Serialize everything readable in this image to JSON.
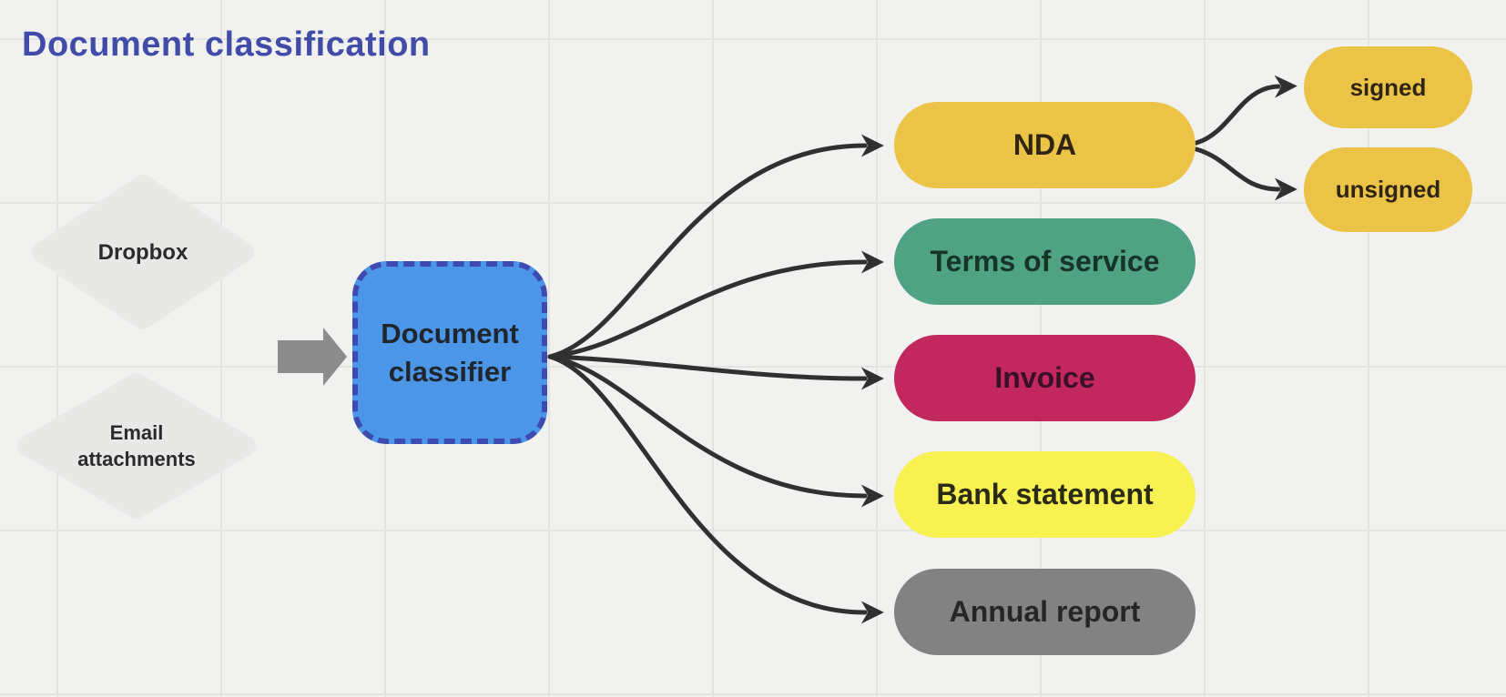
{
  "title": {
    "text": "Document classification"
  },
  "colors": {
    "background": "#F1F1F0",
    "grid_line": "#E3E3E2",
    "title_text": "#404CA8",
    "source_diamond_fill": "#E8E8E7",
    "source_text": "#2B2B2B",
    "block_arrow": "#8C8C8C",
    "classifier_fill": "#4C96E8",
    "classifier_border": "#3D4BB0",
    "connector": "#303030"
  },
  "sources": [
    {
      "label": "Dropbox"
    },
    {
      "label_line1": "Email",
      "label_line2": "attachments"
    }
  ],
  "classifier": {
    "label_line1": "Document",
    "label_line2": "classifier",
    "text_color": "#20262E"
  },
  "categories": [
    {
      "label": "NDA",
      "fill": "#EBC347",
      "text_color": "#2F2512"
    },
    {
      "label": "Terms of service",
      "fill": "#4FA284",
      "text_color": "#173429"
    },
    {
      "label": "Invoice",
      "fill": "#C2275E",
      "text_color": "#3A1028"
    },
    {
      "label": "Bank statement",
      "fill": "#F7F152",
      "text_color": "#2B2A15"
    },
    {
      "label": "Annual report",
      "fill": "#828282",
      "text_color": "#262626"
    }
  ],
  "nda_outcomes": [
    {
      "label": "signed",
      "fill": "#EBC347",
      "text_color": "#2F2512"
    },
    {
      "label": "unsigned",
      "fill": "#EBC347",
      "text_color": "#2F2512"
    }
  ]
}
